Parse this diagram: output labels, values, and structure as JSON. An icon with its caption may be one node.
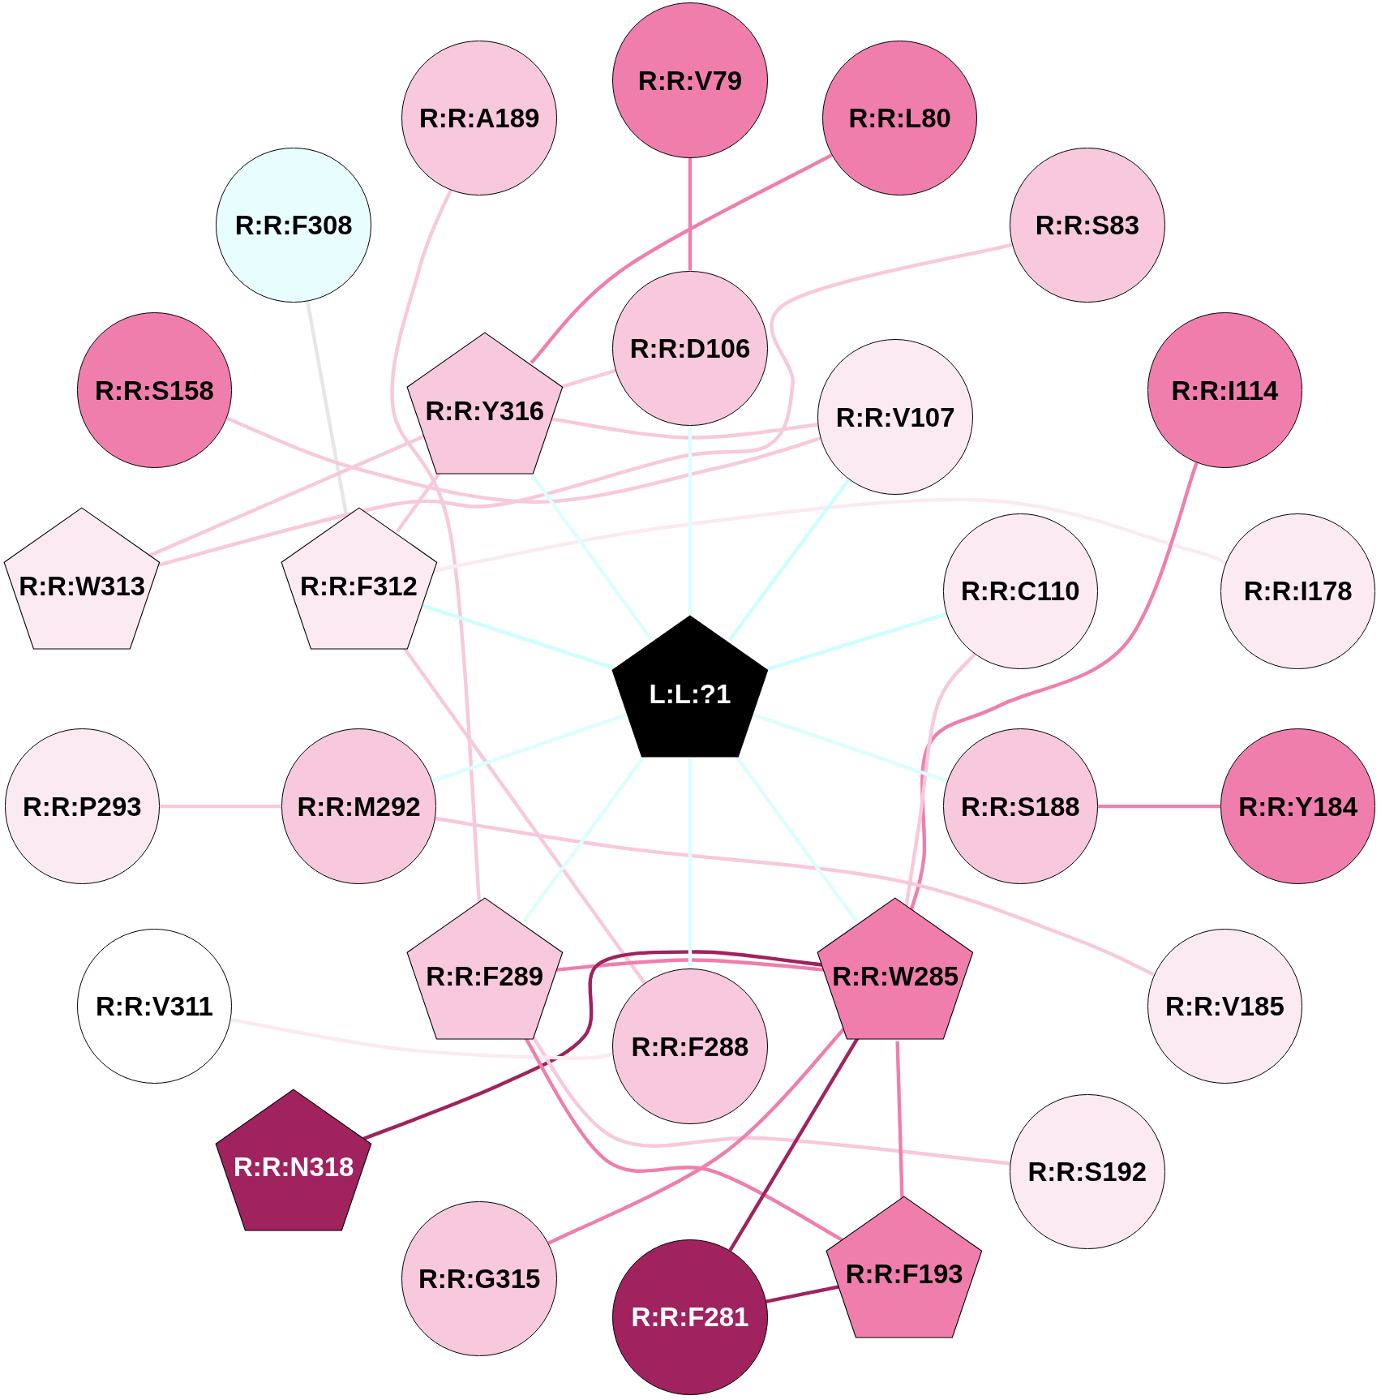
{
  "diagram": {
    "nodes": [
      {
        "text": [
          "L:L:?1"
        ]
      },
      {
        "text": [
          "R:R:V79"
        ]
      },
      {
        "text": [
          "R:R:A189"
        ]
      },
      {
        "text": [
          "R:R:L80"
        ]
      },
      {
        "text": [
          "R:R:F308"
        ]
      },
      {
        "text": [
          "R:R:S83"
        ]
      },
      {
        "text": [
          "R:R:D106"
        ]
      },
      {
        "text": [
          "R:R:Y316"
        ]
      },
      {
        "text": [
          "R:R:S158"
        ]
      },
      {
        "text": [
          "R:R:I114"
        ]
      },
      {
        "text": [
          "R:R:V107"
        ]
      },
      {
        "text": [
          "R:R:W313"
        ]
      },
      {
        "text": [
          "R:R:F312"
        ]
      },
      {
        "text": [
          "R:R:C110"
        ]
      },
      {
        "text": [
          "R:R:I178"
        ]
      },
      {
        "text": [
          "R:R:P293"
        ]
      },
      {
        "text": [
          "R:R:M292"
        ]
      },
      {
        "text": [
          "R:R:S188"
        ]
      },
      {
        "text": [
          "R:R:Y184"
        ]
      },
      {
        "text": [
          "R:R:F289"
        ]
      },
      {
        "text": [
          "R:R:W285"
        ]
      },
      {
        "text": [
          "R:R:V311"
        ]
      },
      {
        "text": [
          "R:R:V185"
        ]
      },
      {
        "text": [
          "R:R:F288"
        ]
      },
      {
        "text": [
          "R:R:N318"
        ]
      },
      {
        "text": [
          "R:R:S192"
        ]
      },
      {
        "text": [
          "R:R:G315"
        ]
      },
      {
        "text": [
          "R:R:F281"
        ]
      },
      {
        "text": [
          "R:R:F193"
        ]
      }
    ],
    "edges": [
      {
        "from": 1,
        "to": 6,
        "arrow": "none",
        "color": "#f07ead"
      },
      {
        "from": 3,
        "to": 7,
        "arrow": "none",
        "color": "#f07ead"
      },
      {
        "from": 2,
        "to": 19,
        "arrow": "none"
      },
      {
        "from": 4,
        "to": 12,
        "arrow": "none",
        "color": "#e6e6e6"
      },
      {
        "from": 5,
        "to": 11,
        "arrow": "none"
      },
      {
        "from": 7,
        "to": 6,
        "arrow": "none"
      },
      {
        "from": 7,
        "to": 10,
        "arrow": "none"
      },
      {
        "from": 8,
        "to": 10,
        "arrow": "none"
      },
      {
        "from": 11,
        "to": 7,
        "arrow": "none"
      },
      {
        "from": 12,
        "to": 7,
        "arrow": "none"
      },
      {
        "from": 12,
        "to": 14,
        "arrow": "none",
        "color": "#fbeaf2"
      },
      {
        "from": 12,
        "to": 23,
        "arrow": "none"
      },
      {
        "from": 9,
        "to": 20,
        "arrow": "none",
        "color": "#f07ead"
      },
      {
        "from": 13,
        "to": 20,
        "arrow": "none"
      },
      {
        "from": 17,
        "to": 18,
        "arrow": "none",
        "color": "#f07ead"
      },
      {
        "from": 15,
        "to": 16,
        "arrow": "none"
      },
      {
        "from": 16,
        "to": 22,
        "arrow": "none"
      },
      {
        "from": 19,
        "to": 20,
        "arrow": "none",
        "color": "#f07ead"
      },
      {
        "from": 24,
        "to": 20,
        "arrow": "none",
        "color": "#a0225e"
      },
      {
        "from": 19,
        "to": 25,
        "arrow": "none"
      },
      {
        "from": 21,
        "to": 23,
        "arrow": "none",
        "color": "#fbeaf2"
      },
      {
        "from": 19,
        "to": 28,
        "arrow": "none",
        "color": "#f07ead"
      },
      {
        "from": 20,
        "to": 26,
        "arrow": "none",
        "color": "#f07ead"
      },
      {
        "from": 20,
        "to": 27,
        "arrow": "none",
        "color": "#a0225e"
      },
      {
        "from": 20,
        "to": 28,
        "arrow": "none",
        "color": "#f07ead"
      },
      {
        "from": 27,
        "to": 28,
        "arrow": "none",
        "color": "#a0225e"
      },
      {
        "from": 0,
        "to": 6,
        "arrow": "none",
        "color": "#dcfefe"
      },
      {
        "from": 0,
        "to": 7,
        "arrow": "none",
        "color": "#dcfefe"
      },
      {
        "from": 0,
        "to": 10,
        "arrow": "none",
        "color": "#ccffff"
      },
      {
        "from": 0,
        "to": 12,
        "arrow": "none",
        "color": "#ccffff"
      },
      {
        "from": 0,
        "to": 13,
        "arrow": "none",
        "color": "#ccffff"
      },
      {
        "from": 0,
        "to": 16,
        "arrow": "none",
        "color": "#dcfefe"
      },
      {
        "from": 0,
        "to": 17,
        "arrow": "none",
        "color": "#dcfefe"
      },
      {
        "from": 0,
        "to": 19,
        "arrow": "none",
        "color": "#dcfefe"
      },
      {
        "from": 0,
        "to": 23,
        "arrow": "none",
        "color": "#dcfefe"
      },
      {
        "from": 0,
        "to": 20,
        "arrow": "none",
        "color": "#dcfefe"
      }
    ]
  }
}
